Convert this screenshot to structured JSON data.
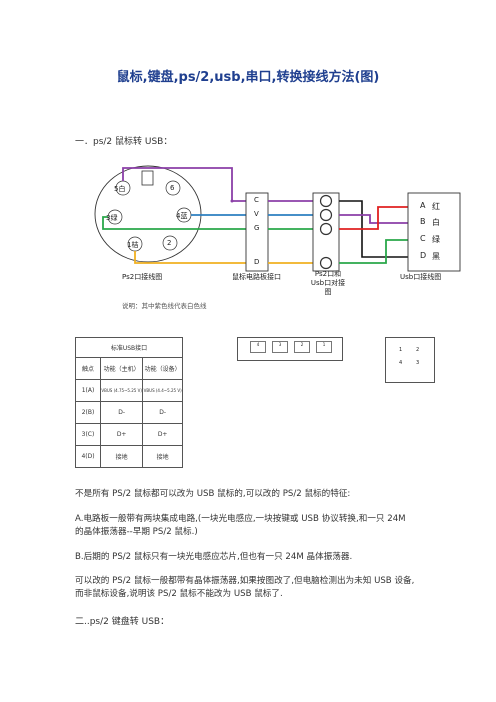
{
  "title": "鼠标,键盘,ps/2,usb,串口,转换接线方法(图)",
  "section1": "一．ps/2 鼠标转 USB：",
  "diagram": {
    "pins_ps2": [
      "5白",
      "6",
      "4蓝",
      "3绿",
      "1桔",
      "2"
    ],
    "mid_labels": [
      "C",
      "V",
      "G",
      "D"
    ],
    "usb_pins": [
      {
        "letter": "A",
        "color": "红"
      },
      {
        "letter": "B",
        "color": "白"
      },
      {
        "letter": "C",
        "color": "绿"
      },
      {
        "letter": "D",
        "color": "黑"
      }
    ],
    "captions": {
      "ps2": "Ps2口接线图",
      "mouse": "鼠标电路板接口",
      "ps2usb_line1": "Ps2口和",
      "ps2usb_line2": "Usb口对接",
      "ps2usb_line3": "图",
      "usb": "Usb口接线图"
    },
    "note": "说明：其中紫色线代表白色线",
    "wire_colors": {
      "purple": "#8b3fa8",
      "blue": "#2c7fc0",
      "green": "#2aa84a",
      "orange": "#f0b020",
      "red": "#e02020",
      "black": "#111111"
    }
  },
  "usb_table": {
    "title": "标准USB接口",
    "headers": [
      "触点",
      "功能（主机）",
      "功能（设备）"
    ],
    "rows": [
      [
        "1(A)",
        "VBUS (4.75~5.25 V)",
        "VBUS (4.4~5.25 V)"
      ],
      [
        "2(B)",
        "D-",
        "D-"
      ],
      [
        "3(C)",
        "D+",
        "D+"
      ],
      [
        "4(D)",
        "接地",
        "接地"
      ]
    ]
  },
  "connector_a": {
    "pins": [
      "4",
      "3",
      "2",
      "1"
    ]
  },
  "connector_b": {
    "pins": [
      "1",
      "2",
      "4",
      "3"
    ]
  },
  "paragraphs": [
    "不是所有 PS/2 鼠标都可以改为 USB 鼠标的,可以改的 PS/2 鼠标的特征:",
    "A.电路板一般带有两块集成电路,(一块光电感应,一块按键或 USB 协议转换,和一只 24M 的晶体振荡器--早期 PS/2 鼠标.)",
    "B.后期的 PS/2 鼠标只有一块光电感应芯片,但也有一只 24M 晶体振荡器.",
    "可以改的 PS/2 鼠标一般都带有晶体振荡器,如果按图改了,但电脑检测出为未知 USB 设备,而非鼠标设备,说明该 PS/2 鼠标不能改为 USB 鼠标了."
  ],
  "section2": "二..ps/2 键盘转 USB："
}
